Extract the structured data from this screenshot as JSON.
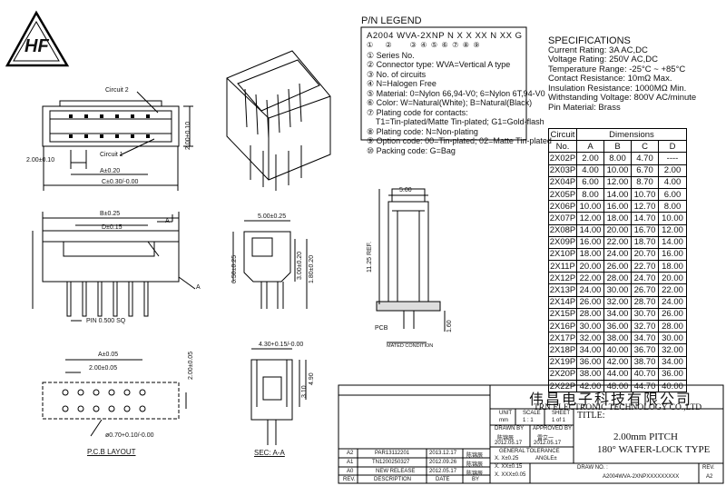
{
  "logo": {
    "text": "HF",
    "name": "hf-logo"
  },
  "legend": {
    "title": "P/N LEGEND",
    "code": "A2004  WVA-2XNP  N  X  X  XX  N  XX  G",
    "code_numbers": "①      ②         ③  ④  ⑤  ⑥  ⑦  ⑧  ⑨",
    "items": [
      "① Series No.",
      "② Connector type: WVA=Vertical A type",
      "③ No. of circuits",
      "④ N=Halogen Free",
      "⑤ Material: 0=Nylon 66,94-V0; 6=Nylon 6T,94-V0",
      "⑥ Color: W=Natural(White); B=Natural(Black)",
      "⑦ Plating code for contacts:",
      "    T1=Tin-plated/Matte Tin-plated; G1=Gold-flash",
      "⑧ Plating code: N=Non-plating",
      "⑨ Option code: 00=Tin-plated; 02=Matte Tin-plated",
      "⑩ Packing code: G=Bag"
    ]
  },
  "specs": {
    "title": "SPECIFICATIONS",
    "lines": [
      "Current Rating: 3A AC,DC",
      "Voltage Rating: 250V AC,DC",
      "Temperature Range: -25°C ~ +85°C",
      "Contact Resistance: 10mΩ Max.",
      "Insulation Resistance: 1000MΩ Min.",
      "Withstanding Voltage: 800V AC/minute",
      "Pin Material: Brass"
    ]
  },
  "dim_table": {
    "header_circuit": "Circuit",
    "header_no": "No.",
    "header_dimensions": "Dimensions",
    "columns": [
      "A",
      "B",
      "C",
      "D"
    ],
    "rows": [
      [
        "2X02P",
        "2.00",
        "8.00",
        "4.70",
        "----"
      ],
      [
        "2X03P",
        "4.00",
        "10.00",
        "6.70",
        "2.00"
      ],
      [
        "2X04P",
        "6.00",
        "12.00",
        "8.70",
        "4.00"
      ],
      [
        "2X05P",
        "8.00",
        "14.00",
        "10.70",
        "6.00"
      ],
      [
        "2X06P",
        "10.00",
        "16.00",
        "12.70",
        "8.00"
      ],
      [
        "2X07P",
        "12.00",
        "18.00",
        "14.70",
        "10.00"
      ],
      [
        "2X08P",
        "14.00",
        "20.00",
        "16.70",
        "12.00"
      ],
      [
        "2X09P",
        "16.00",
        "22.00",
        "18.70",
        "14.00"
      ],
      [
        "2X10P",
        "18.00",
        "24.00",
        "20.70",
        "16.00"
      ],
      [
        "2X11P",
        "20.00",
        "26.00",
        "22.70",
        "18.00"
      ],
      [
        "2X12P",
        "22.00",
        "28.00",
        "24.70",
        "20.00"
      ],
      [
        "2X13P",
        "24.00",
        "30.00",
        "26.70",
        "22.00"
      ],
      [
        "2X14P",
        "26.00",
        "32.00",
        "28.70",
        "24.00"
      ],
      [
        "2X15P",
        "28.00",
        "34.00",
        "30.70",
        "26.00"
      ],
      [
        "2X16P",
        "30.00",
        "36.00",
        "32.70",
        "28.00"
      ],
      [
        "2X17P",
        "32.00",
        "38.00",
        "34.70",
        "30.00"
      ],
      [
        "2X18P",
        "34.00",
        "40.00",
        "36.70",
        "32.00"
      ],
      [
        "2X19P",
        "36.00",
        "42.00",
        "38.70",
        "34.00"
      ],
      [
        "2X20P",
        "38.00",
        "44.00",
        "40.70",
        "36.00"
      ],
      [
        "2X22P",
        "42.00",
        "48.00",
        "44.70",
        "40.00"
      ]
    ]
  },
  "drawing_labels": {
    "circuit2": "Circuit 2",
    "circuit1": "Circuit 1",
    "dim_200_010": "2.00±0.10",
    "dim_a_020": "A±0.20",
    "dim_c": "C±0.30/-0.00",
    "dim_b_025": "B±0.25",
    "dim_d_015": "D±0.15",
    "dim_200_010_v": "2.00±0.10",
    "pin_sq": "PIN 0.500 SQ",
    "dim_500_025": "5.00±0.25",
    "dim_650_025": "6.50±0.25",
    "dim_300_020": "3.00±0.20",
    "dim_180_020": "1.80±0.20",
    "dim_500": "5.00",
    "dim_1125_ref": "11.25 REF.",
    "dim_160": "1.60",
    "pcb": "PCB",
    "mated": "MATED CONDITION",
    "pcb_a_005": "A±0.05",
    "pcb_200_005": "2.00±0.05",
    "pcb_200_005_v": "2.00±0.05",
    "pcb_hole": "ø0.70+0.10/-0.00",
    "pcb_layout": "P.C.B LAYOUT",
    "dim_430": "4.30+0.15/-0.00",
    "dim_490": "4.90",
    "dim_310": "3.10",
    "sec": "SEC: A-A",
    "arrow_a": "A"
  },
  "title_block": {
    "company_cn": "伟昌电子科技有限公司",
    "company_en": "TRN ELECTRONIC TECHNOLOGY CO.,LTD",
    "unit_label": "UNIT",
    "scale_label": "SCALE",
    "sheet_label": "SHEET",
    "title_label": "TITLE:",
    "unit_val": "mm",
    "scale_val": "1 : 1",
    "sheet_val": "1 of 1",
    "drawn_by_label": "DRAWN BY",
    "approved_by_label": "APPROVED BY",
    "drawn_by": "陈锦辰",
    "drawn_date": "2012.05.17",
    "approved_by": "雷立一",
    "approved_date": "2012.05.17",
    "general_tolerance": "GENERAL TOLERANCE",
    "tol1": "X. X±0.25",
    "tol2": "X. XX±0.15",
    "tol3": "X. XXX±0.05",
    "angle": "ANGLE±",
    "title_line1": "2.00mm PITCH",
    "title_line2": "180° WAFER-LOCK TYPE",
    "draw_no_label": "DRAW NO. :",
    "draw_no": "A2004WVA-2XNPXXXXXXXXX",
    "rev_label": "REV.",
    "rev_val": "A2",
    "rev_rows": [
      [
        "A2",
        "PAR13112201",
        "2013.12.17",
        "陈锦辰"
      ],
      [
        "A1",
        "TN1200250327",
        "2012.09.26",
        "陈锦辰"
      ],
      [
        "A0",
        "NEW RELEASE",
        "2012.05.17",
        "陈锦辰"
      ]
    ],
    "rev_head": [
      "REV.",
      "DESCRIPTION",
      "DATE",
      "BY"
    ]
  }
}
